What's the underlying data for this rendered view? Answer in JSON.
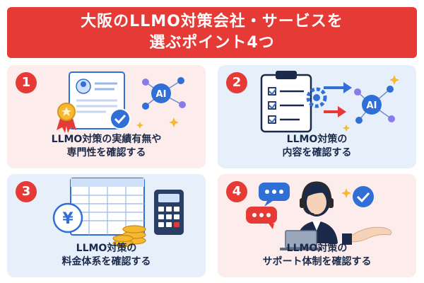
{
  "title": {
    "line1": "大阪のLLMO対策会社・サービスを",
    "line2": "選ぶポイント4つ"
  },
  "icons": {
    "ai_label": "AI",
    "currency_symbol": "¥"
  },
  "points": [
    {
      "number": "1",
      "line1": "LLMO対策の実績有無や",
      "line2": "専門性を確認する",
      "icon": "certificate-document-icon"
    },
    {
      "number": "2",
      "line1": "LLMO対策の",
      "line2": "内容を確認する",
      "icon": "checklist-clipboard-icon"
    },
    {
      "number": "3",
      "line1": "LLMO対策の",
      "line2": "料金体系を確認する",
      "icon": "spreadsheet-calculator-icon"
    },
    {
      "number": "4",
      "line1": "LLMO対策の",
      "line2": "サポート体制を確認する",
      "icon": "support-operator-icon"
    }
  ],
  "colors": {
    "accent": "#e53a36",
    "card_pink": "#fdecec",
    "card_blue": "#e7effb",
    "navy": "#1b2a4a",
    "icon_blue": "#2f6fd6"
  }
}
